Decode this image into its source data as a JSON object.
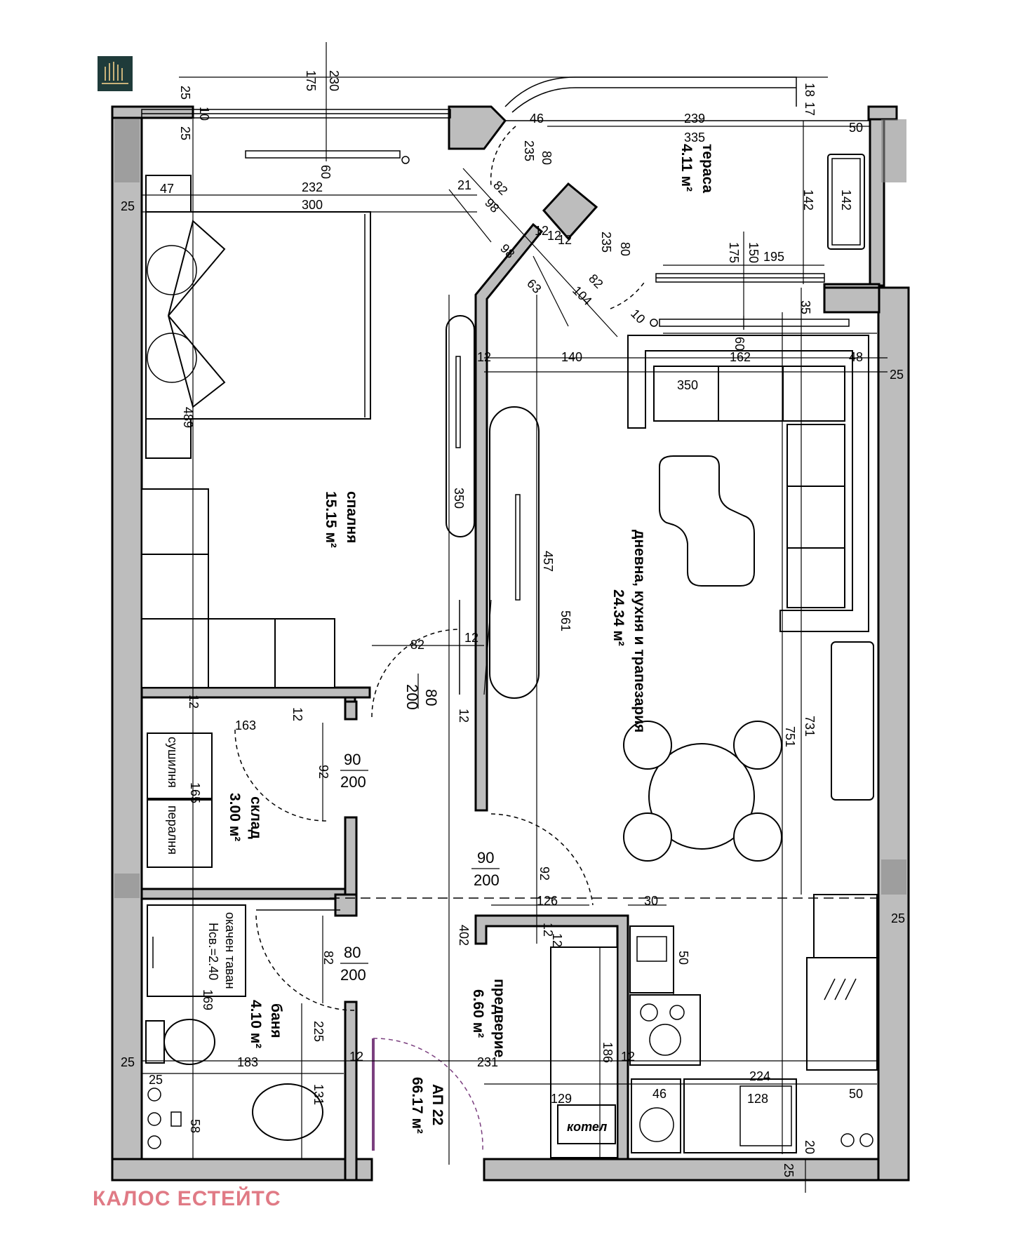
{
  "brand": {
    "name": "КАЛОС ЕСТЕЙТС",
    "logo_color": "#1f3b3a",
    "text_color": "#e07a85"
  },
  "apartment": {
    "label": "АП 22",
    "area": "66.17 м²"
  },
  "rooms": {
    "bedroom": {
      "name": "спалня",
      "area": "15.15 м²"
    },
    "living": {
      "name": "дневна, кухня и трапезария",
      "area": "24.34 м²"
    },
    "terrace": {
      "name": "тераса",
      "area": "4.11 м²"
    },
    "storage": {
      "name": "склад",
      "area": "3.00 м²"
    },
    "bathroom": {
      "name": "баня",
      "area": "4.10 м²"
    },
    "hall": {
      "name": "предверие",
      "area": "6.60 м²"
    }
  },
  "labels": {
    "dryer": "сушилня",
    "washer": "пералня",
    "ceiling_1": "окачен таван",
    "ceiling_2": "Нсв.=2.40",
    "boiler": "котел"
  },
  "openings": {
    "bath_door": {
      "w": "80",
      "h": "200"
    },
    "storage_door": {
      "w": "90",
      "h": "200"
    },
    "bedroom_door": {
      "w": "80",
      "h": "200"
    },
    "living_door": {
      "w": "90",
      "h": "200"
    }
  },
  "dims": {
    "d230": "230",
    "d175a": "175",
    "d25a": "25",
    "d10": "10",
    "d25b": "25",
    "d18": "18",
    "d17": "17",
    "d46a": "46",
    "d239": "239",
    "d50a": "50",
    "d335": "335",
    "d235a": "235",
    "d80a": "80",
    "d60a": "60",
    "d47": "47",
    "d232": "232",
    "d300": "300",
    "d25c": "25",
    "d21": "21",
    "d82a": "82",
    "d98a": "98",
    "d142a": "142",
    "d142b": "142",
    "d12a": "12",
    "d12b": "12",
    "d12c": "12",
    "d98b": "98",
    "d235b": "235",
    "d80b": "80",
    "d175b": "175",
    "d150": "150",
    "d195": "195",
    "d63": "63",
    "d104": "104",
    "d82b": "82",
    "d10b": "10",
    "d35": "35",
    "d60b": "60",
    "d12d": "12",
    "d140": "140",
    "d162": "162",
    "d48": "48",
    "d25d": "25",
    "d350a": "350",
    "d489": "489",
    "d350b": "350",
    "d457": "457",
    "d561": "561",
    "d82c": "82",
    "d12e": "12",
    "d12f": "12",
    "d12g": "12",
    "d731": "731",
    "d751": "751",
    "d12h": "12",
    "d163": "163",
    "d92a": "92",
    "d165": "165",
    "d92b": "92",
    "d126": "126",
    "d30": "30",
    "d12i": "12",
    "d12j": "12",
    "d402": "402",
    "d25e": "25",
    "d50b": "50",
    "d82d": "82",
    "d169": "169",
    "d225": "225",
    "d186": "186",
    "d25f": "25",
    "d183": "183",
    "d12k": "12",
    "d231": "231",
    "d12l": "12",
    "d224": "224",
    "d25g": "25",
    "d131": "131",
    "d46b": "46",
    "d50c": "50",
    "d129": "129",
    "d128": "128",
    "d58": "58",
    "d20": "20",
    "d25h": "25"
  }
}
